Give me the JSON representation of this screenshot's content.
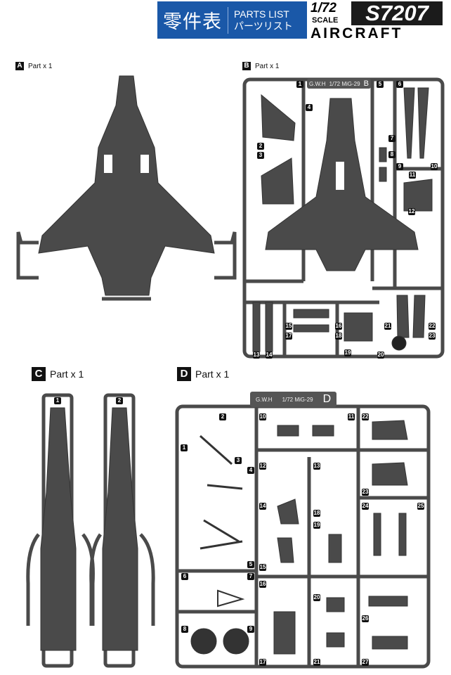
{
  "header": {
    "title_cn": "零件表",
    "title_en": "PARTS LIST",
    "title_jp": "パーツリスト",
    "colors": {
      "banner": "#1a58a8"
    }
  },
  "logo": {
    "scale": "1/72",
    "scale_word": "SCALE",
    "code": "S7207",
    "category": "AIRCRAFT"
  },
  "panels": [
    {
      "letter": "A",
      "qty": "Part x 1"
    },
    {
      "letter": "B",
      "qty": "Part x 1",
      "tab": {
        "brand": "G.W.H",
        "model": "1/72 MiG-29",
        "letter": "B"
      },
      "parts": [
        "1",
        "2",
        "3",
        "4",
        "5",
        "6",
        "7",
        "8",
        "9",
        "10",
        "11",
        "12",
        "13",
        "14",
        "15",
        "16",
        "17",
        "18",
        "19",
        "20",
        "21",
        "22",
        "23"
      ]
    },
    {
      "letter": "C",
      "qty": "Part x 1",
      "parts": [
        "1",
        "2"
      ]
    },
    {
      "letter": "D",
      "qty": "Part x 1",
      "tab": {
        "brand": "G.W.H",
        "model": "1/72 MiG-29",
        "letter": "D"
      },
      "parts": [
        "1",
        "2",
        "3",
        "4",
        "5",
        "6",
        "7",
        "8",
        "9",
        "10",
        "11",
        "12",
        "13",
        "14",
        "15",
        "16",
        "17",
        "18",
        "19",
        "20",
        "21",
        "22",
        "23",
        "24",
        "25",
        "26",
        "27"
      ]
    }
  ]
}
